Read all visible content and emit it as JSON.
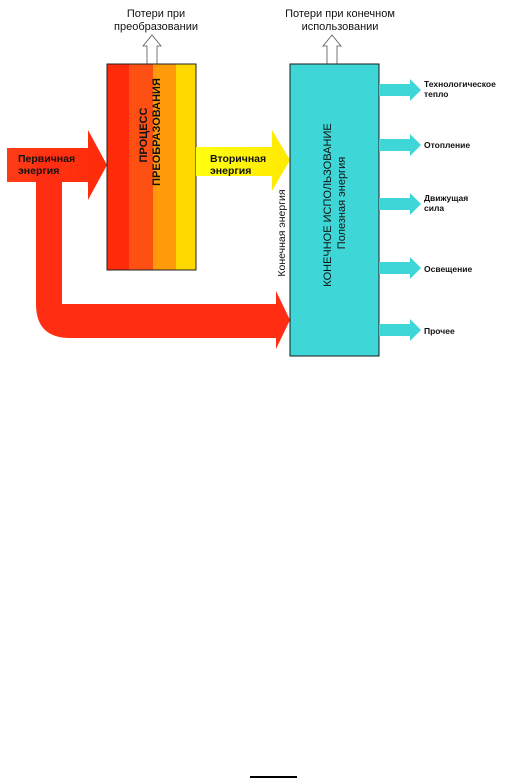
{
  "diagram": {
    "losses_conversion": "Потери при преобразовании",
    "losses_end_use": "Потери при конечном использовании",
    "primary_energy": "Первичная энергия",
    "process_title": "ПРОЦЕСС",
    "process_subtitle": "ПРЕОБРАЗОВАНИЯ",
    "secondary_energy": "Вторичная энергия",
    "final_energy": "Конечная энергия",
    "end_use_title": "КОНЕЧНОЕ ИСПОЛЬЗОВАНИЕ",
    "useful_energy": "Полезная энергия",
    "outputs": [
      {
        "label": "Технологическое тепло"
      },
      {
        "label": "Отопление"
      },
      {
        "label": "Движущая сила"
      },
      {
        "label": "Освещение"
      },
      {
        "label": "Прочее"
      }
    ]
  },
  "colors": {
    "primary_arrow": "#ff3b17",
    "process_band_1": "#ff2a0a",
    "process_band_2": "#ff5a14",
    "process_band_3": "#ff9a0a",
    "process_band_4": "#ffd400",
    "process_band_5": "#ffff2a",
    "secondary_arrow": "#ffff1a",
    "end_use_box": "#3ed6d6",
    "output_arrow": "#3ed6d6"
  }
}
